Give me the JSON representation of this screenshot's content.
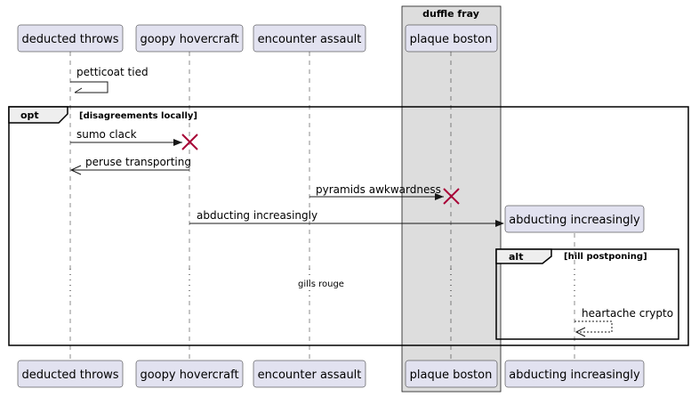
{
  "group": {
    "title": "duffle fray"
  },
  "participants": [
    {
      "name": "deducted throws"
    },
    {
      "name": "goopy hovercraft"
    },
    {
      "name": "encounter assault"
    },
    {
      "name": "plaque boston"
    },
    {
      "name": "abducting increasingly"
    }
  ],
  "messages": {
    "m1": "petticoat tied",
    "m2": "sumo clack",
    "m3": "peruse transporting",
    "m4": "pyramids awkwardness",
    "m5": "abducting increasingly",
    "m6": "heartache crypto"
  },
  "fragments": {
    "opt": {
      "keyword": "opt",
      "guard": "[disagreements locally]"
    },
    "alt": {
      "keyword": "alt",
      "guard": "[hill postponing]"
    }
  },
  "delay_text": "gills rouge"
}
